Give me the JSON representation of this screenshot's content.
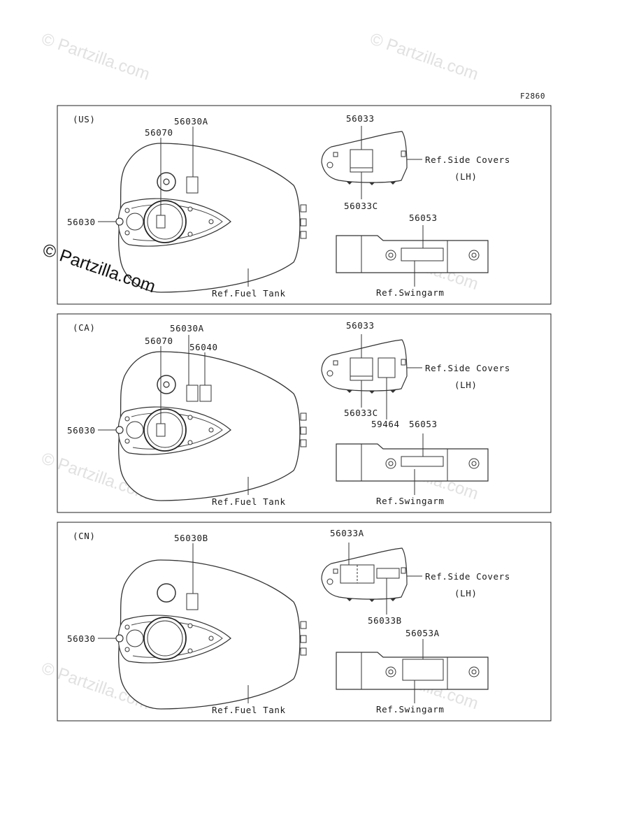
{
  "figure_code": "F2860",
  "watermarks": [
    "© Partzilla.com",
    "© Partzilla.com",
    "© Partzilla.com",
    "© Partzilla.com",
    "© Partzilla.com",
    "© Partzilla.com",
    "© Partzilla.com",
    "© Partzilla.com",
    "© Partzilla.com"
  ],
  "panels": [
    {
      "region": "(US)",
      "labels": {
        "tank_a": "56030A",
        "tank_b": "56070",
        "cap": "56030",
        "fuel_tank_ref": "Ref.Fuel Tank",
        "cover_top": "56033",
        "cover_bottom": "56033C",
        "side_covers_ref": "Ref.Side Covers",
        "side": "(LH)",
        "swingarm_label": "56053",
        "swingarm_ref": "Ref.Swingarm"
      }
    },
    {
      "region": "(CA)",
      "labels": {
        "tank_a": "56030A",
        "tank_b": "56070",
        "tank_c": "56040",
        "cap": "56030",
        "fuel_tank_ref": "Ref.Fuel Tank",
        "cover_top": "56033",
        "cover_bottom": "56033C",
        "cover_extra": "59464",
        "side_covers_ref": "Ref.Side Covers",
        "side": "(LH)",
        "swingarm_label": "56053",
        "swingarm_ref": "Ref.Swingarm"
      }
    },
    {
      "region": "(CN)",
      "labels": {
        "tank_a": "56030B",
        "cap": "56030",
        "fuel_tank_ref": "Ref.Fuel Tank",
        "cover_top": "56033A",
        "cover_bottom": "56033B",
        "side_covers_ref": "Ref.Side Covers",
        "side": "(LH)",
        "swingarm_label": "56053A",
        "swingarm_ref": "Ref.Swingarm"
      }
    }
  ]
}
